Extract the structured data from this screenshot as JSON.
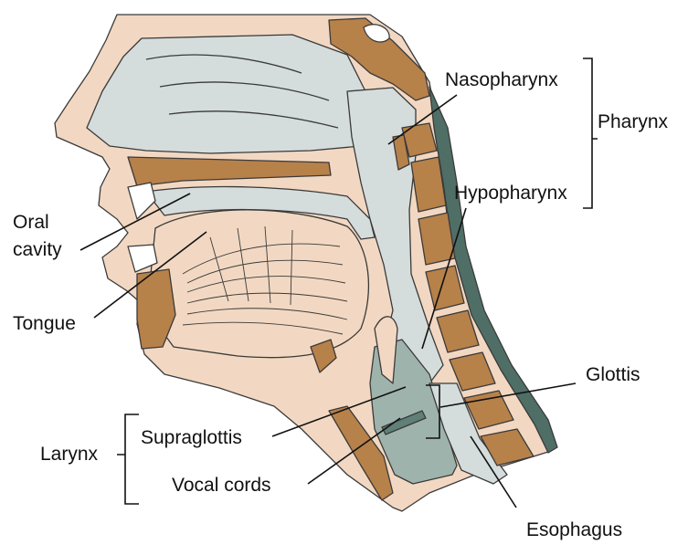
{
  "labels": {
    "nasopharynx": "Nasopharynx",
    "pharynx": "Pharynx",
    "hypopharynx": "Hypopharynx",
    "oral_line1": "Oral",
    "oral_line2": "cavity",
    "tongue": "Tongue",
    "glottis": "Glottis",
    "larynx": "Larynx",
    "supraglottis": "Supraglottis",
    "vocal_cords": "Vocal cords",
    "esophagus": "Esophagus"
  },
  "colors": {
    "skin": "#f2d8c2",
    "bone": "#b7814a",
    "airway": "#d5dcdc",
    "larynx_fill": "#9fb3ad",
    "cord": "#5f7f77",
    "spine_edge": "#4f6e66",
    "outline": "#3a3a3a"
  }
}
